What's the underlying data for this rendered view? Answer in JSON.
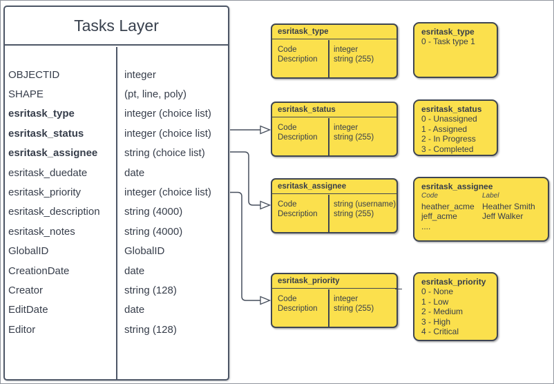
{
  "colors": {
    "box_yellow": "#FBE04D",
    "stroke_dark": "#3E4552",
    "main_border": "#4C5565",
    "text": "#363D4A"
  },
  "tasks_layer": {
    "title": "Tasks Layer",
    "fields": [
      {
        "name": "OBJECTID",
        "type": "integer"
      },
      {
        "name": "SHAPE",
        "type": "(pt, line, poly)"
      },
      {
        "name": "esritask_type",
        "type": "integer (choice list)"
      },
      {
        "name": "esritask_status",
        "type": "integer (choice list)"
      },
      {
        "name": "esritask_assignee",
        "type": "string (choice list)"
      },
      {
        "name": "esritask_duedate",
        "type": "date"
      },
      {
        "name": "esritask_priority",
        "type": "integer (choice list)"
      },
      {
        "name": "esritask_description",
        "type": "string (4000)"
      },
      {
        "name": "esritask_notes",
        "type": "string (4000)"
      },
      {
        "name": "GlobalID",
        "type": "GlobalID"
      },
      {
        "name": "CreationDate",
        "type": "date"
      },
      {
        "name": "Creator",
        "type": "string (128)"
      },
      {
        "name": "EditDate",
        "type": "date"
      },
      {
        "name": "Editor",
        "type": "string (128)"
      }
    ]
  },
  "domain_tables": [
    {
      "title": "esritask_type",
      "rows": [
        {
          "field": "Code",
          "type": "integer"
        },
        {
          "field": "Description",
          "type": "string (255)"
        }
      ]
    },
    {
      "title": "esritask_status",
      "rows": [
        {
          "field": "Code",
          "type": "integer"
        },
        {
          "field": "Description",
          "type": "string (255)"
        }
      ]
    },
    {
      "title": "esritask_assignee",
      "rows": [
        {
          "field": "Code",
          "type": "string (username)"
        },
        {
          "field": "Description",
          "type": "string (255)"
        }
      ]
    },
    {
      "title": "esritask_priority",
      "rows": [
        {
          "field": "Code",
          "type": "integer"
        },
        {
          "field": "Description",
          "type": "string (255)"
        }
      ]
    }
  ],
  "legends": [
    {
      "title": "esritask_type",
      "items": [
        "0 - Task type 1"
      ]
    },
    {
      "title": "esritask_status",
      "items": [
        "0 - Unassigned",
        "1 - Assigned",
        "2 - In Progress",
        "3 - Completed"
      ]
    },
    {
      "title": "esritask_assignee",
      "col_headers": [
        "Code",
        "Label"
      ],
      "entries": [
        {
          "code": "heather_acme",
          "label": "Heather Smith"
        },
        {
          "code": "jeff_acme",
          "label": "Jeff Walker"
        }
      ],
      "more": "...."
    },
    {
      "title": "esritask_priority",
      "items": [
        "0 - None",
        "1 - Low",
        "2 - Medium",
        "3 - High",
        "4 - Critical"
      ]
    }
  ]
}
